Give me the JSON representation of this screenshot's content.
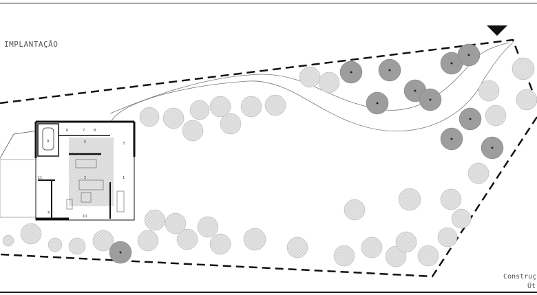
{
  "title": "IMPLANTAÇÃO",
  "notes": {
    "line1": "Construç",
    "line2": "Út"
  },
  "rooms": {
    "r1": "1",
    "r2": "2",
    "r3": "3",
    "r4": "4",
    "r5": "5",
    "r6": "6",
    "r7": "7",
    "r8": "8",
    "r9": "9",
    "r10": "10",
    "r11": "11"
  },
  "colors": {
    "line": "#222222",
    "tree_light": "#d8d8d8",
    "tree_dark": "#9a9a9a",
    "floor": "#e6e6e6"
  }
}
